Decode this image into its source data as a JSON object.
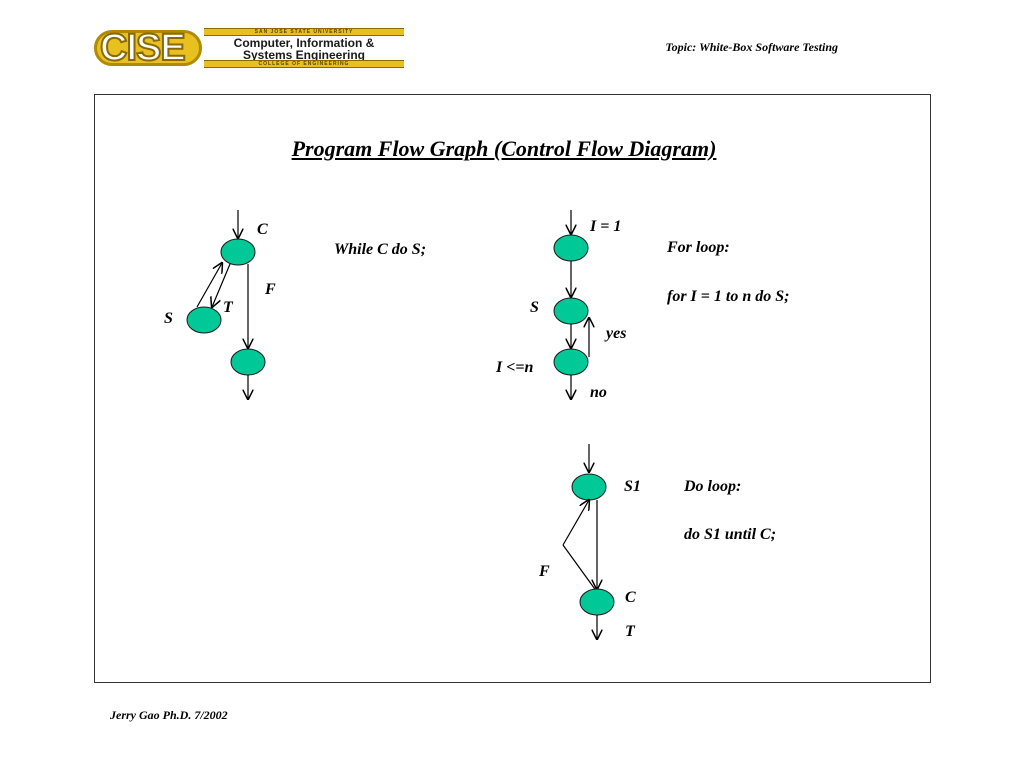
{
  "header": {
    "logo_letters": "CISE",
    "logo_top_band": "SAN JOSE STATE UNIVERSITY",
    "logo_name_line1": "Computer, Information &",
    "logo_name_line2": "Systems Engineering",
    "logo_bottom_band": "COLLEGE OF ENGINEERING",
    "topic": "Topic: White-Box Software Testing",
    "brand_color": "#e8c020"
  },
  "slide": {
    "title": "Program Flow Graph (Control Flow Diagram)",
    "node_color": "#00c896"
  },
  "while_loop": {
    "label_c": "C",
    "label_f": "F",
    "label_t": "T",
    "label_s": "S",
    "description": "While C do S;"
  },
  "for_loop": {
    "label_init": "I = 1",
    "label_s": "S",
    "label_yes": "yes",
    "label_cond": "I <=n",
    "label_no": "no",
    "heading": "For loop:",
    "description": "for I = 1 to n do S;"
  },
  "do_loop": {
    "label_s1": "S1",
    "label_f": "F",
    "label_c": "C",
    "label_t": "T",
    "heading": "Do loop:",
    "description": "do S1 until C;"
  },
  "footer": {
    "author": "Jerry Gao Ph.D.  7/2002"
  }
}
